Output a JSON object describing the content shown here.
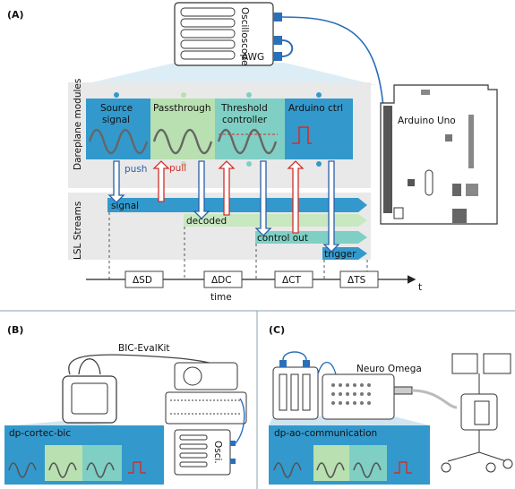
{
  "panel_a": {
    "label": "(A)",
    "oscilloscope_label": "Oscilloscope",
    "awg_label": "AWG",
    "arduino_label": "Arduino Uno",
    "dareplane_label": "Dareplane modules",
    "lsl_label": "LSL Streams",
    "modules": [
      "Source signal",
      "Passthrough",
      "Threshold controller",
      "Arduino ctrl"
    ],
    "push_label": "push",
    "pull_label": "pull",
    "streams": [
      "signal",
      "decoded",
      "control out",
      "trigger"
    ],
    "deltas": [
      "ΔSD",
      "ΔDC",
      "ΔCT",
      "ΔTS"
    ],
    "time_label": "time",
    "t_label": "t"
  },
  "panel_b": {
    "label": "(B)",
    "device_label": "BIC-EvalKit",
    "module_label": "dp-cortec-bic",
    "osc_label": "Osci."
  },
  "panel_c": {
    "label": "(C)",
    "device_label": "Neuro Omega",
    "module_label": "dp-ao-communication"
  },
  "colors": {
    "module_blue": "#3399cc",
    "module_green": "#b9e0b0",
    "module_teal": "#7fcfc4",
    "push_blue": "#2a5fa8",
    "pull_red": "#d0302a",
    "stream_signal": "#3399cc",
    "stream_decoded": "#c8e8c0",
    "stream_control": "#7fcfc4"
  }
}
